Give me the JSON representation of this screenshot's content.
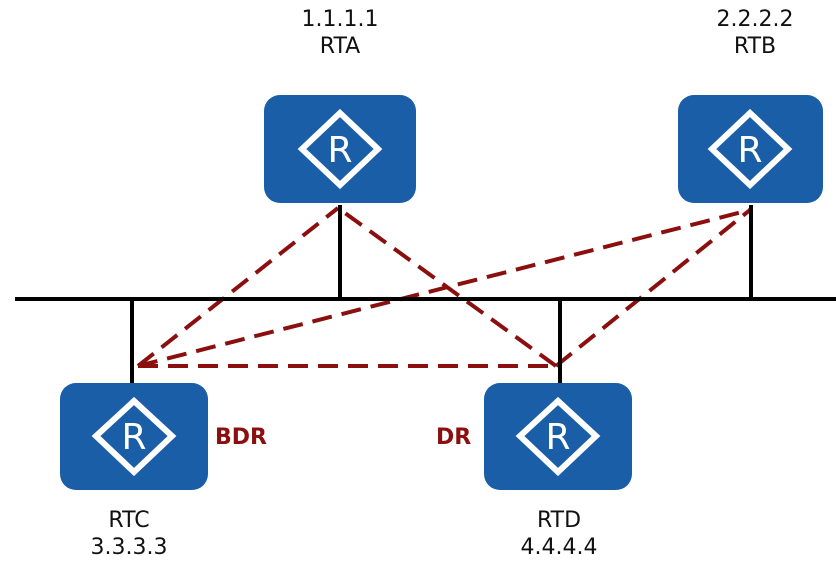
{
  "colors": {
    "router_fill": "#1a5ea8",
    "router_symbol": "#ffffff",
    "link": "#000000",
    "adjacency": "#8b0f0f",
    "role_text": "#8b0f0f"
  },
  "routers": [
    {
      "name": "RTA",
      "router_id": "1.1.1.1",
      "symbol": "R",
      "icon": "router-icon"
    },
    {
      "name": "RTB",
      "router_id": "2.2.2.2",
      "symbol": "R",
      "icon": "router-icon"
    },
    {
      "name": "RTC",
      "router_id": "3.3.3.3",
      "symbol": "R",
      "icon": "router-icon",
      "role": "BDR"
    },
    {
      "name": "RTD",
      "router_id": "4.4.4.4",
      "symbol": "R",
      "icon": "router-icon",
      "role": "DR"
    }
  ]
}
